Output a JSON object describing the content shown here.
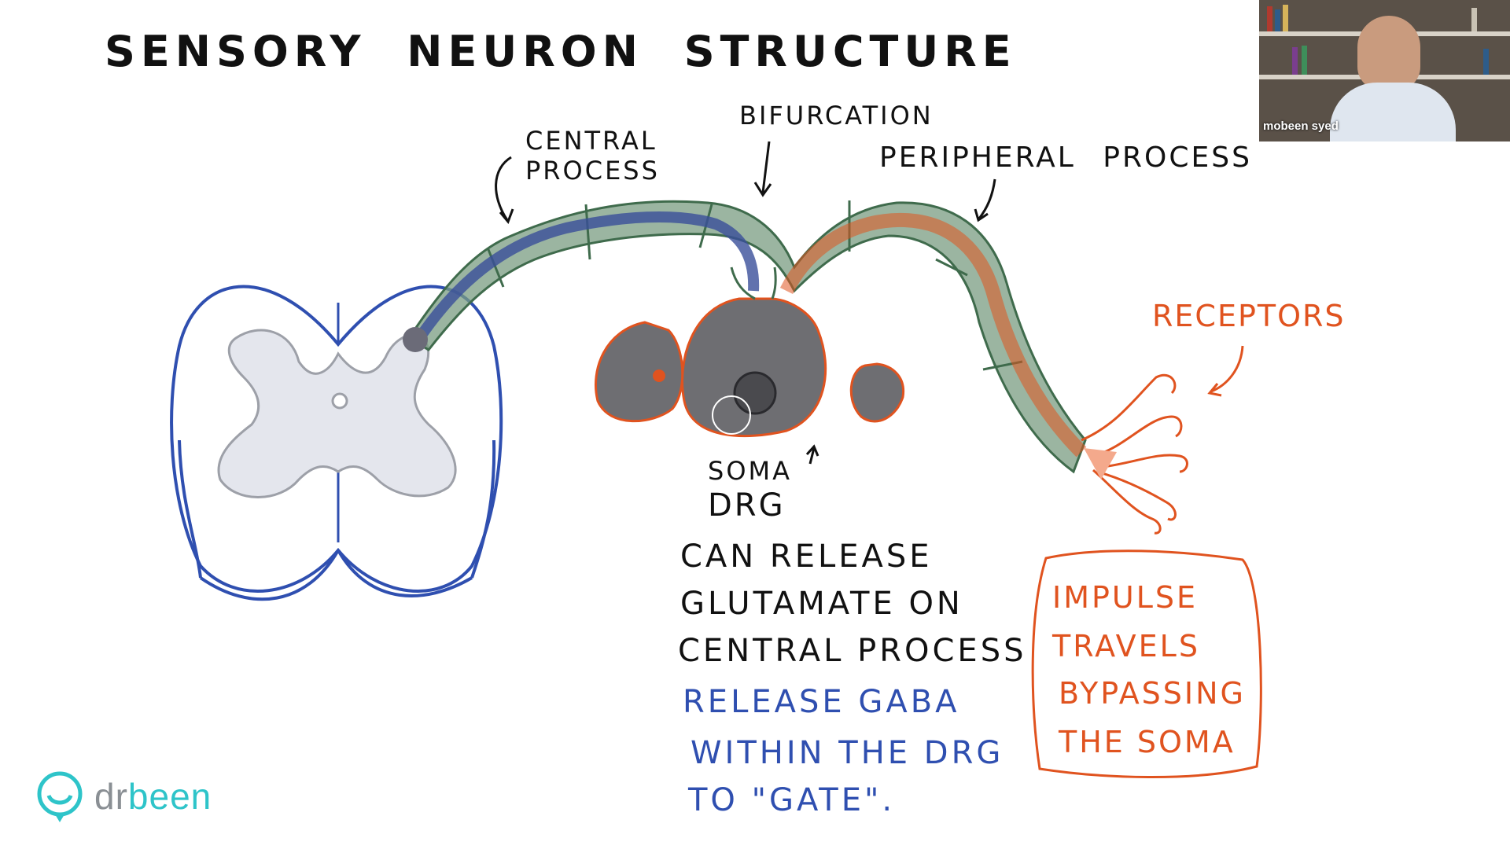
{
  "title": "Sensory Neuron Structure",
  "labels": {
    "central_process": [
      "Central",
      "Process"
    ],
    "bifurcation": "Bifurcation",
    "peripheral_process": "Peripheral Process",
    "receptors": "Receptors",
    "soma": "Soma",
    "drg": "DRG"
  },
  "notes_black": [
    "Can Release",
    "Glutamate on",
    "Central Process"
  ],
  "notes_blue": [
    "Release GABA",
    "within the DRG",
    "to \"gate\"."
  ],
  "impulse_box": [
    "Impulse",
    "Travels",
    "Bypassing",
    "the Soma"
  ],
  "webcam": {
    "name": "mobeen syed"
  },
  "brand": {
    "prefix": "dr",
    "suffix": "been"
  },
  "colors": {
    "orange": "#e0531f",
    "blue": "#2f4fb0",
    "green": "#5f8a6a",
    "teal": "#2ec4c9"
  }
}
